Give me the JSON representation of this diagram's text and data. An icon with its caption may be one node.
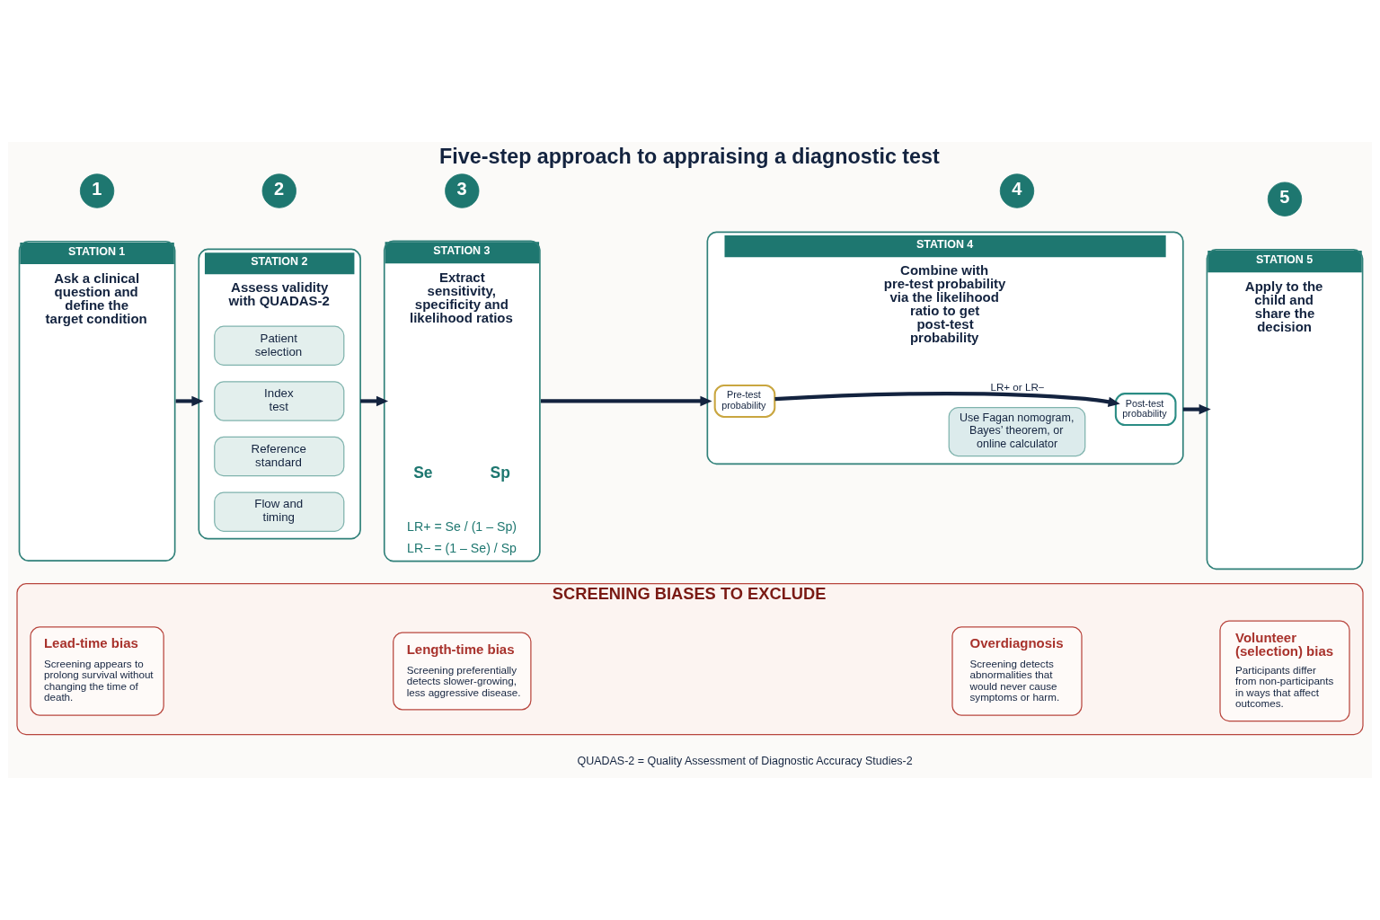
{
  "diagram": {
    "title": "Five-step approach to appraising a diagnostic test",
    "caption": "QUADAS-2 = Quality Assessment of Diagnostic Accuracy Studies-2",
    "nodes": [
      {
        "text": [
          "1"
        ]
      },
      {
        "text": [
          "STATION 1",
          "Ask a clinical question and define the target condition"
        ]
      },
      {
        "text": [
          "2"
        ]
      },
      {
        "text": [
          "STATION 2",
          "Assess validity with QUADAS-2"
        ]
      },
      {
        "text": [
          "Patient selection"
        ],
        "in": 3
      },
      {
        "text": [
          "Index test"
        ],
        "in": 3
      },
      {
        "text": [
          "Reference standard"
        ],
        "in": 3
      },
      {
        "text": [
          "Flow and timing"
        ],
        "in": 3
      },
      {
        "text": [
          "3"
        ]
      },
      {
        "text": [
          "STATION 3",
          "Extract sensitivity, specificity and likelihood ratios",
          "Se",
          "Sp",
          "LR+ = Se / (1 – Sp)",
          "LR− = (1 – Se) / Sp"
        ]
      },
      {
        "text": [
          "4"
        ]
      },
      {
        "text": [
          "STATION 4",
          "Combine with pre-test probability via the likelihood ratio to get post-test probability"
        ]
      },
      {
        "text": [
          "Pre-test probability"
        ],
        "in": 11
      },
      {
        "text": [
          "Post-test probability"
        ],
        "in": 11
      },
      {
        "text": [
          "Use Fagan nomogram, Bayes’ theorem, or online calculator"
        ],
        "in": 11
      },
      {
        "text": [
          "5"
        ]
      },
      {
        "text": [
          "STATION 5",
          "Apply to the child and share the decision"
        ]
      },
      {
        "text": [
          "SCREENING BIASES TO EXCLUDE"
        ]
      },
      {
        "text": [
          "Lead-time bias",
          "Screening appears to prolong survival without changing the time of death."
        ],
        "in": 17
      },
      {
        "text": [
          "Length-time bias",
          "Screening preferentially detects slower-growing, less aggressive disease."
        ],
        "in": 17
      },
      {
        "text": [
          "Overdiagnosis",
          "Screening detects abnormalities that would never cause symptoms or harm."
        ],
        "in": 17
      },
      {
        "text": [
          "Volunteer (selection) bias",
          "Participants differ from non-participants in ways that affect outcomes."
        ],
        "in": 17
      }
    ],
    "edges": [
      {
        "from": 1,
        "to": 3,
        "arrow": "to"
      },
      {
        "from": 3,
        "to": 9,
        "arrow": "to"
      },
      {
        "from": 9,
        "to": 11,
        "arrow": "to"
      },
      {
        "from": 11,
        "to": 16,
        "arrow": "to"
      },
      {
        "from": 12,
        "to": 13,
        "arrow": "to",
        "label": "LR+ or LR−"
      }
    ]
  }
}
